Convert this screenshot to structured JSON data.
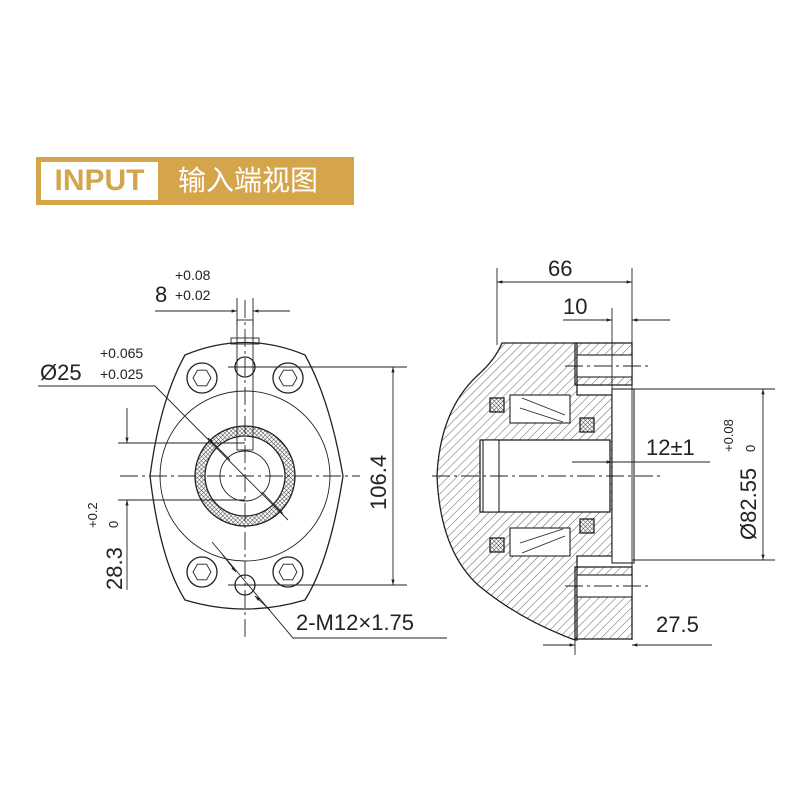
{
  "header": {
    "tag": "INPUT",
    "title": "输入端视图",
    "color": "#D4A54A"
  },
  "front_view": {
    "key_width": {
      "value": "8",
      "tol_upper": "+0.08",
      "tol_lower": "+0.02"
    },
    "bore": {
      "value": "Ø25",
      "tol_upper": "+0.065",
      "tol_lower": "+0.025"
    },
    "key_height": {
      "value": "28.3",
      "tol_upper": "+0.2",
      "tol_lower": "0"
    },
    "hole_spacing": "106.4",
    "threads": "2-M12×1.75"
  },
  "section_view": {
    "overall_length": "66",
    "flange_thickness": "10",
    "shaft_offset": "12±1",
    "pilot": {
      "value": "Ø82.55",
      "tol_upper": "+0.08",
      "tol_lower": "0"
    },
    "plate_depth": "27.5"
  }
}
